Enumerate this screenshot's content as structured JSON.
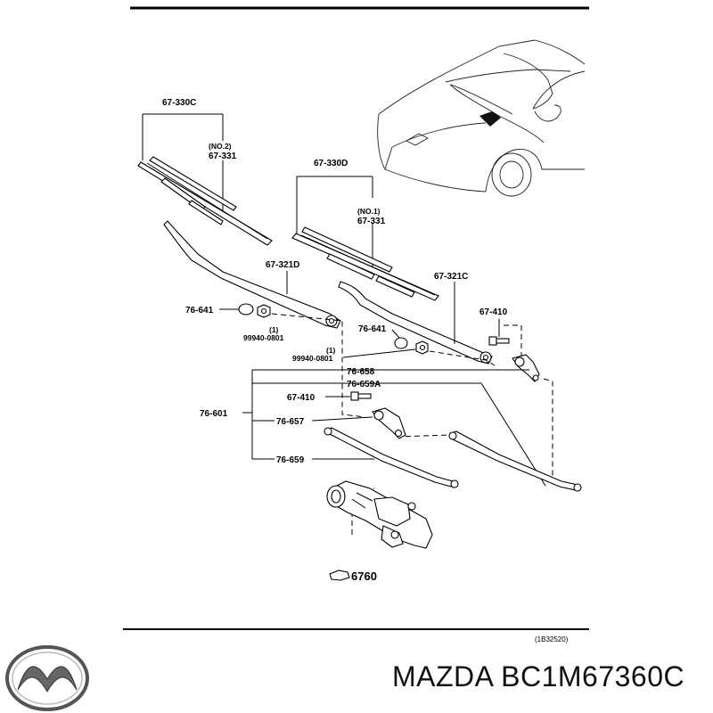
{
  "labels": {
    "l_67330c": "67-330C",
    "l_no2": "(NO.2)",
    "l_67331_a": "67-331",
    "l_67330d": "67-330D",
    "l_no1": "(NO.1)",
    "l_67331_b": "67-331",
    "l_67321d": "67-321D",
    "l_67321c": "67-321C",
    "l_76641_a": "76-641",
    "l_76641_b": "76-641",
    "l_99940_a": "99940-0801",
    "l_1_a": "(1)",
    "l_99940_b": "99940-0801",
    "l_1_b": "(1)",
    "l_67410_a": "67-410",
    "l_67410_b": "67-410",
    "l_76658": "76-658",
    "l_76659a": "76-659A",
    "l_76601": "76-601",
    "l_76657": "76-657",
    "l_76659": "76-659",
    "l_6760": "6760",
    "l_ref": "(1B32520)"
  },
  "brand": {
    "part_number": "MAZDA BC1M67360C"
  }
}
